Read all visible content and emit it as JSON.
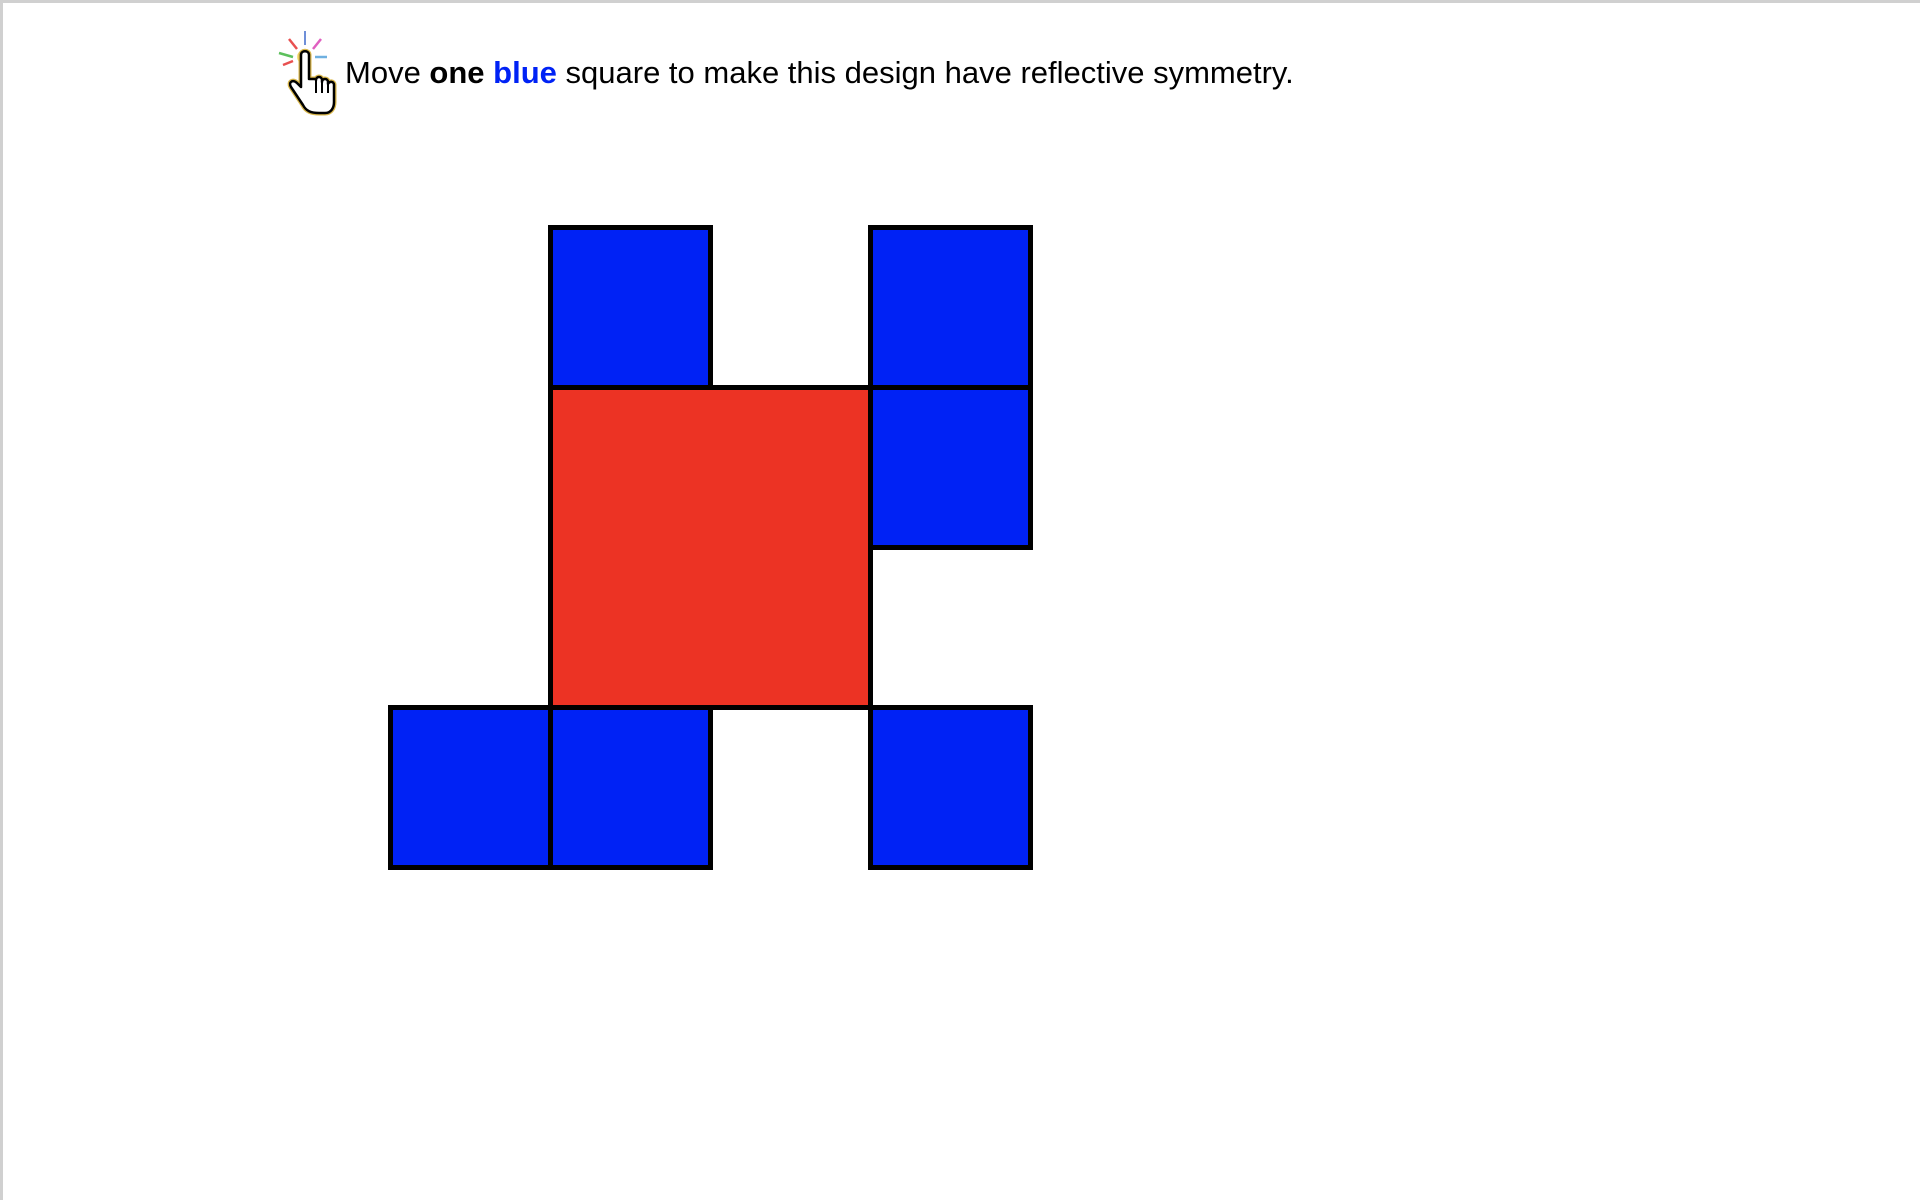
{
  "instruction": {
    "icon": "click-hand-icon",
    "parts": [
      "Move ",
      "one",
      " ",
      "blue",
      " square to make this design have reflective symmetry."
    ]
  },
  "colors": {
    "blue": "#0022f5",
    "red": "#ec3324",
    "outline": "#000000",
    "instruction_highlight": "#0022f5"
  },
  "puzzle": {
    "grid": {
      "columns": 5,
      "rows": 4
    },
    "red_block": {
      "col": 1,
      "row": 1,
      "span": 2,
      "color_key": "red"
    },
    "blue_squares": [
      {
        "col": 1,
        "row": 0
      },
      {
        "col": 3,
        "row": 0
      },
      {
        "col": 3,
        "row": 1
      },
      {
        "col": 0,
        "row": 3
      },
      {
        "col": 1,
        "row": 3
      },
      {
        "col": 3,
        "row": 3
      }
    ]
  }
}
